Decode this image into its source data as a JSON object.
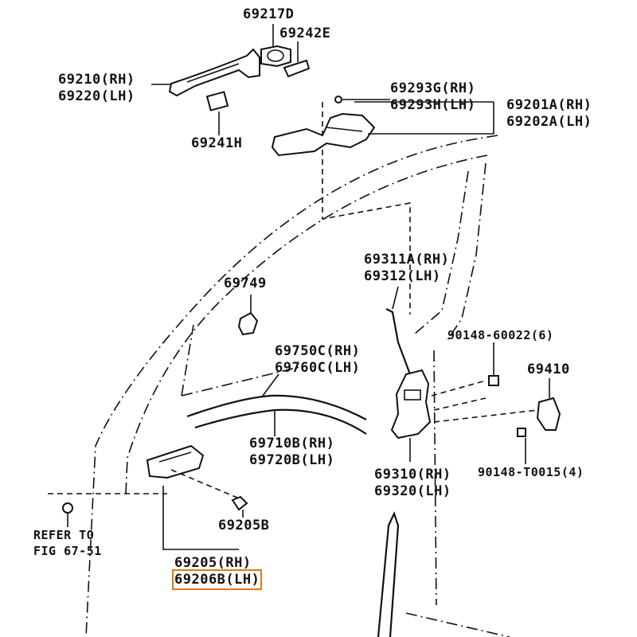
{
  "labels": {
    "p69217D": "69217D",
    "p69242E": "69242E",
    "p69210": "69210(RH)",
    "p69220": "69220(LH)",
    "p69241H": "69241H",
    "p69293G": "69293G(RH)",
    "p69293H": "69293H(LH)",
    "p69201A": "69201A(RH)",
    "p69202A": "69202A(LH)",
    "p69311A": "69311A(RH)",
    "p69312": "69312(LH)",
    "p69749": "69749",
    "p90148_60022": "90148-60022(6)",
    "p69750C": "69750C(RH)",
    "p69760C": "69760C(LH)",
    "p69410": "69410",
    "p69710B": "69710B(RH)",
    "p69720B": "69720B(LH)",
    "p69310": "69310(RH)",
    "p69320": "69320(LH)",
    "p90148_T0015": "90148-T0015(4)",
    "p69205B": "69205B",
    "refer_to_1": "REFER TO",
    "refer_to_2": "FIG 67-51",
    "p69205": "69205(RH)",
    "p69206B": "69206B(LH)"
  },
  "colors": {
    "line": "#111111",
    "highlight": "#e07a10",
    "background": "#ffffff"
  }
}
